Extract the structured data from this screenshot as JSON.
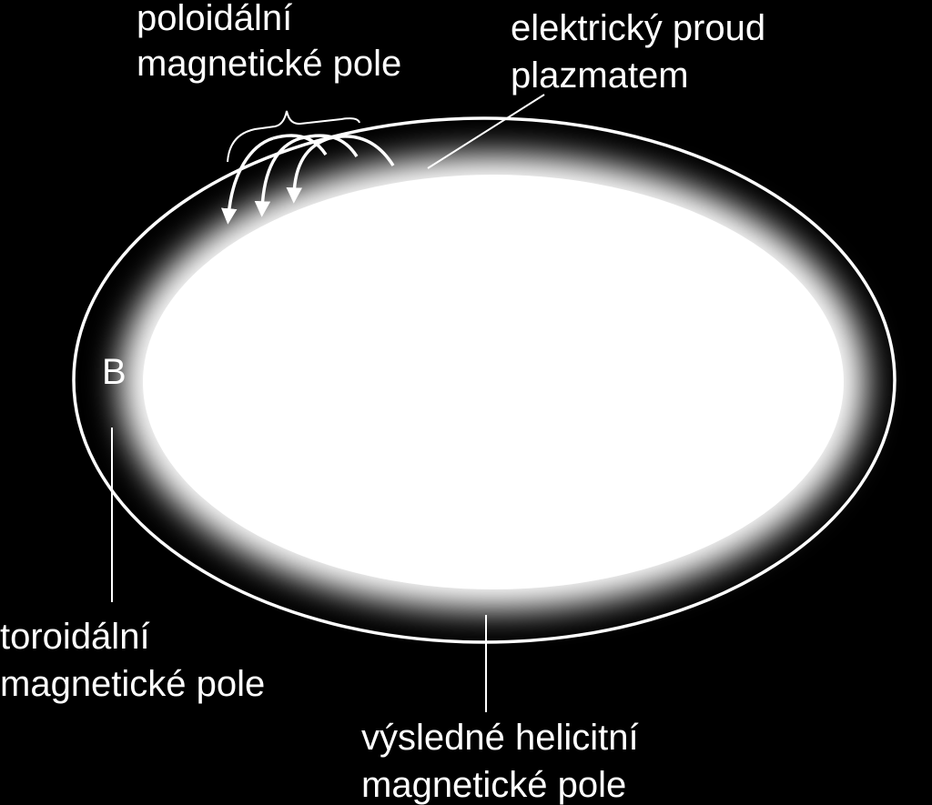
{
  "labels": {
    "poloidal_line1": "poloidální",
    "poloidal_line2": "magnetické pole",
    "current_line1": "elektrický proud",
    "current_line2": "plazmatem",
    "toroidal_line1": "toroidální",
    "toroidal_line2": "magnetické pole",
    "helical_line1": "výsledné helicitní",
    "helical_line2": "magnetické pole",
    "partial_b_symbol": "B"
  },
  "colors": {
    "background": "#000000",
    "foreground": "#ffffff"
  }
}
